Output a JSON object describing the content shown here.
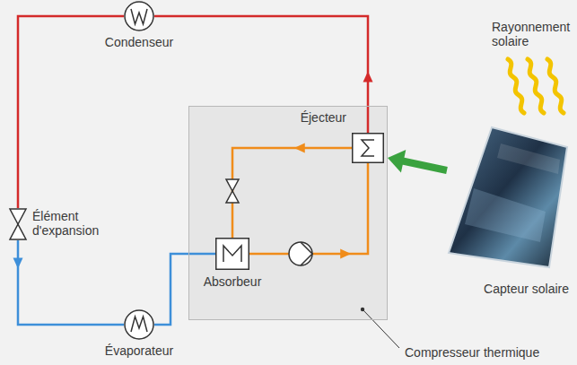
{
  "diagram": {
    "nodes": [
      {
        "text": [
          "Condenseur"
        ]
      },
      {
        "text": [
          "Élément d'expansion"
        ]
      },
      {
        "text": [
          "Évaporateur"
        ]
      },
      {
        "text": [
          "Compresseur thermique"
        ]
      },
      {
        "text": [
          "Éjecteur"
        ],
        "in": 3
      },
      {
        "text": [
          "Absorbeur"
        ],
        "in": 3
      },
      {
        "text": [
          "Capteur solaire"
        ]
      }
    ],
    "edges": [
      {
        "from": 4,
        "to": 0,
        "arrow": "to"
      },
      {
        "from": 0,
        "to": 1,
        "arrow": "none"
      },
      {
        "from": 1,
        "to": 2,
        "arrow": "to"
      },
      {
        "from": 2,
        "to": 5,
        "arrow": "none"
      },
      {
        "from": 5,
        "to": 4,
        "arrow": "to"
      },
      {
        "from": 4,
        "to": 5,
        "arrow": "to"
      },
      {
        "from": 6,
        "to": 3,
        "arrow": "to"
      }
    ],
    "labels": [
      "Rayonnement solaire"
    ]
  }
}
